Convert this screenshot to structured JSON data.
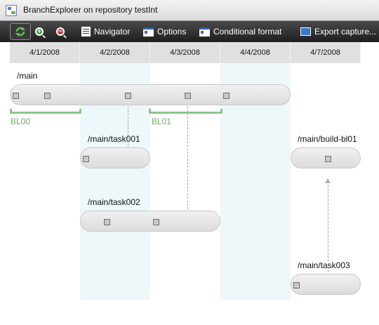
{
  "window": {
    "title": "BranchExplorer on repository testInt"
  },
  "toolbar": {
    "navigator_label": "Navigator",
    "options_label": "Options",
    "conditional_label": "Conditional format",
    "export_label": "Export capture..."
  },
  "dates": [
    "4/1/2008",
    "4/2/2008",
    "4/3/2008",
    "4/4/2008",
    "4/7/2008"
  ],
  "branches": {
    "main": "/main",
    "task001": "/main/task001",
    "task002": "/main/task002",
    "build_bl01": "/main/build-bl01",
    "task003": "/main/task003"
  },
  "labels": {
    "bl00": "BL00",
    "bl01": "BL01"
  },
  "colors": {
    "toolbar_bg": "#1e1e1e",
    "day_stripe": "#eef7fa",
    "label_green": "#8cc48a",
    "branch_fill": "#e4e4e4"
  }
}
